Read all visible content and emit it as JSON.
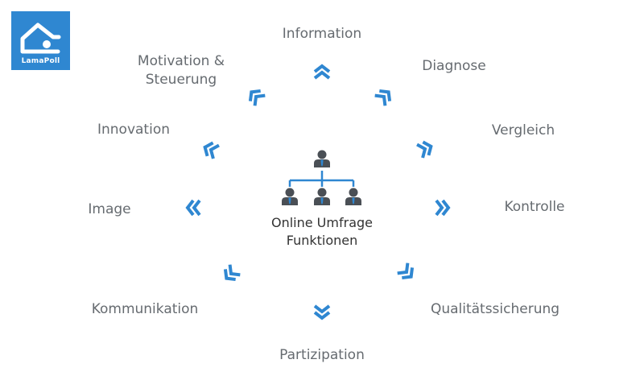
{
  "logo": {
    "text": "LamaPoll"
  },
  "center": {
    "line1": "Online Umfrage",
    "line2": "Funktionen"
  },
  "labels": {
    "information": "Information",
    "diagnose": "Diagnose",
    "motivation_line1": "Motivation &",
    "motivation_line2": "Steuerung",
    "innovation": "Innovation",
    "vergleich": "Vergleich",
    "image": "Image",
    "kontrolle": "Kontrolle",
    "kommunikation": "Kommunikation",
    "qualitaetssicherung": "Qualitätssicherung",
    "partizipation": "Partizipation"
  },
  "colors": {
    "accent": "#2f87d1",
    "label": "#666b70",
    "person": "#4a4f55",
    "tie": "#2f87d1"
  },
  "icons": {
    "center": "org-chart-people-icon",
    "arrows": "double-chevron-icon"
  }
}
